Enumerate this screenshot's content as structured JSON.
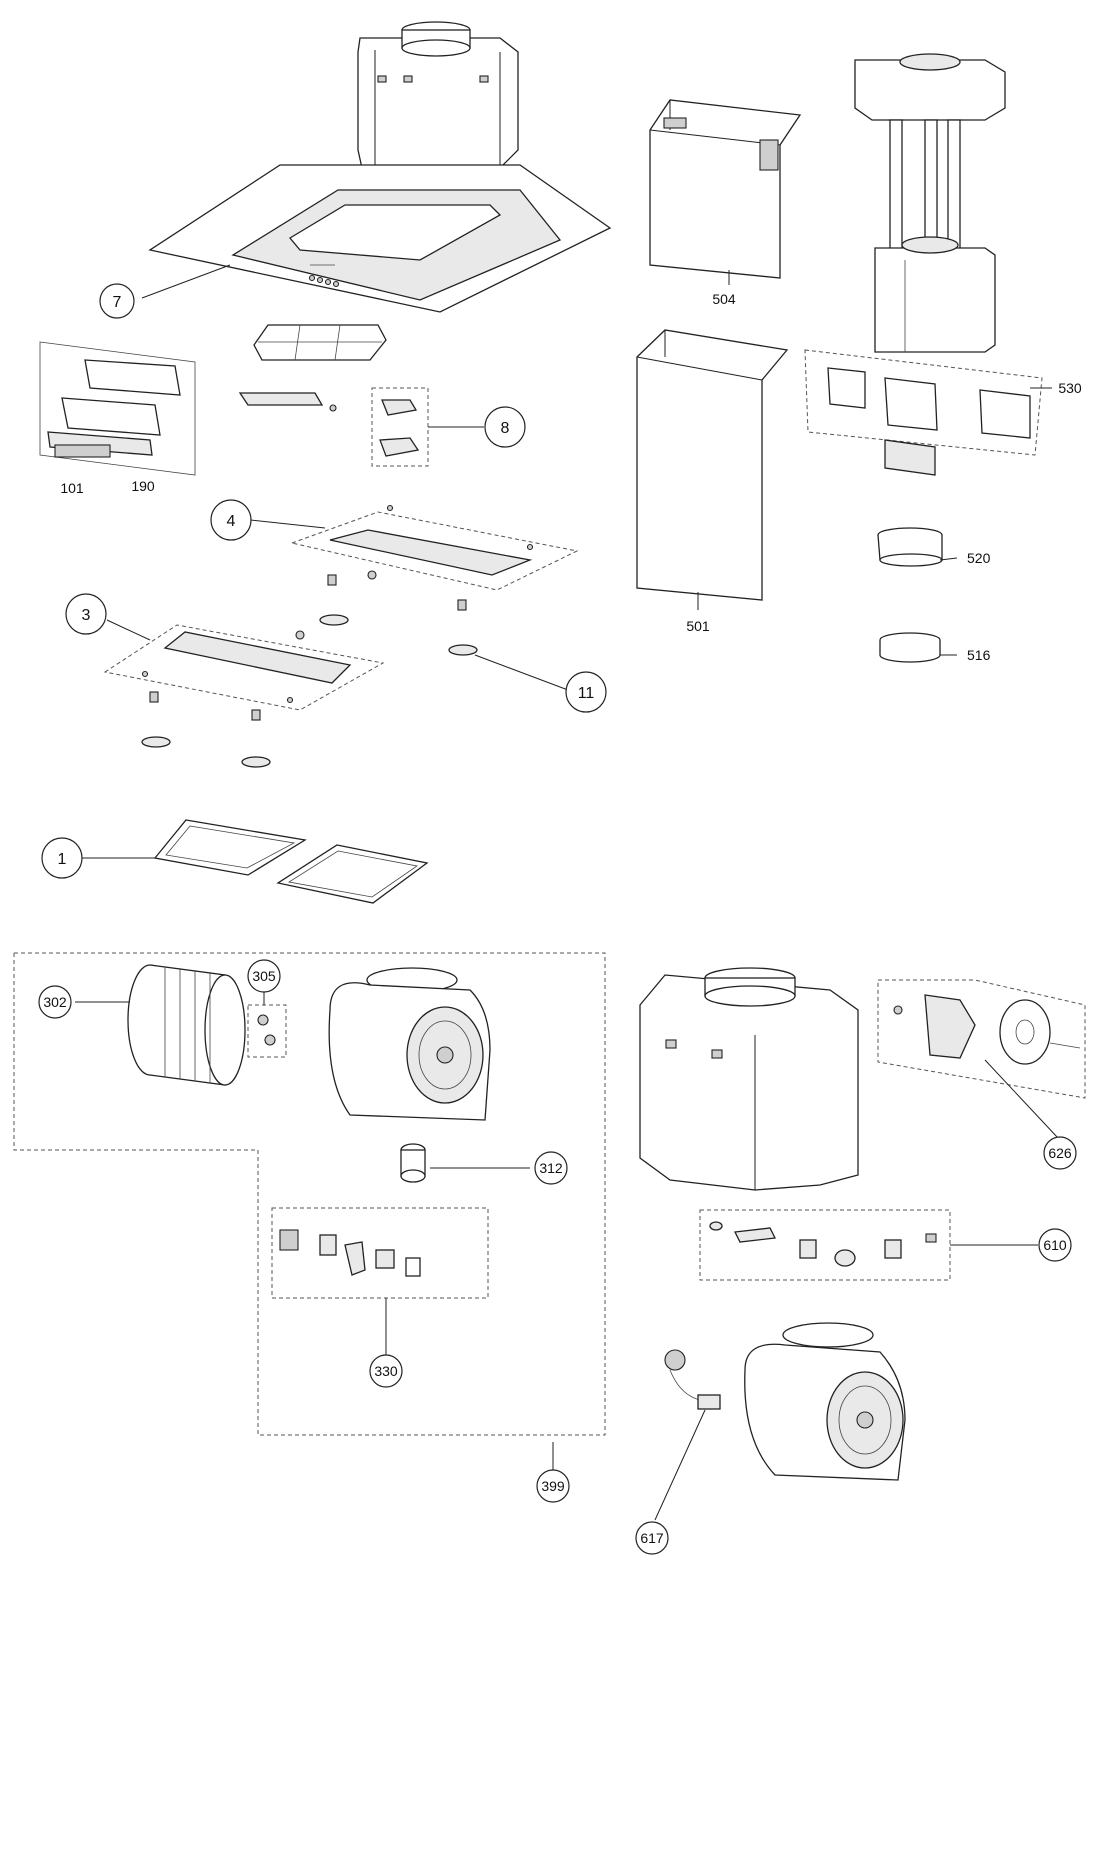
{
  "labels": {
    "c7": "7",
    "c8": "8",
    "c4": "4",
    "c3": "3",
    "c11": "11",
    "c1": "1",
    "c305": "305",
    "c302": "302",
    "c312": "312",
    "c330": "330",
    "c399": "399",
    "c626": "626",
    "c610": "610",
    "c617": "617",
    "t101": "101",
    "t190": "190",
    "t504": "504",
    "t501": "501",
    "t530": "530",
    "t520": "520",
    "t516": "516"
  }
}
